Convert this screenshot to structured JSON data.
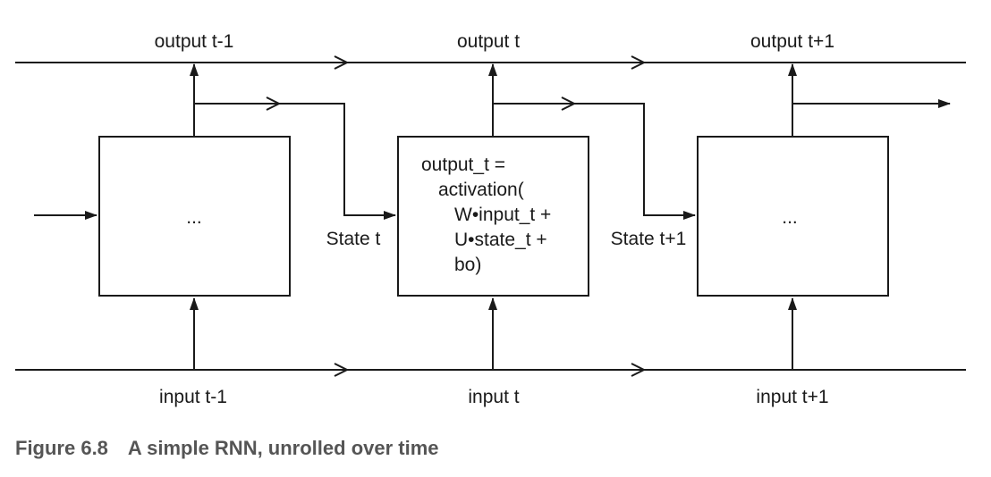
{
  "output_labels": [
    "output t-1",
    "output t",
    "output t+1"
  ],
  "input_labels": [
    "input t-1",
    "input t",
    "input t+1"
  ],
  "state_labels": [
    "State t",
    "State t+1"
  ],
  "box_ellipsis": "...",
  "formula": [
    "output_t =",
    "activation(",
    "W•input_t +",
    "U•state_t +",
    "bo)"
  ],
  "caption": {
    "number": "Figure 6.8",
    "text": "A simple RNN, unrolled over time"
  },
  "colors": {
    "line": "#1a1a1a",
    "caption": "#555555"
  }
}
